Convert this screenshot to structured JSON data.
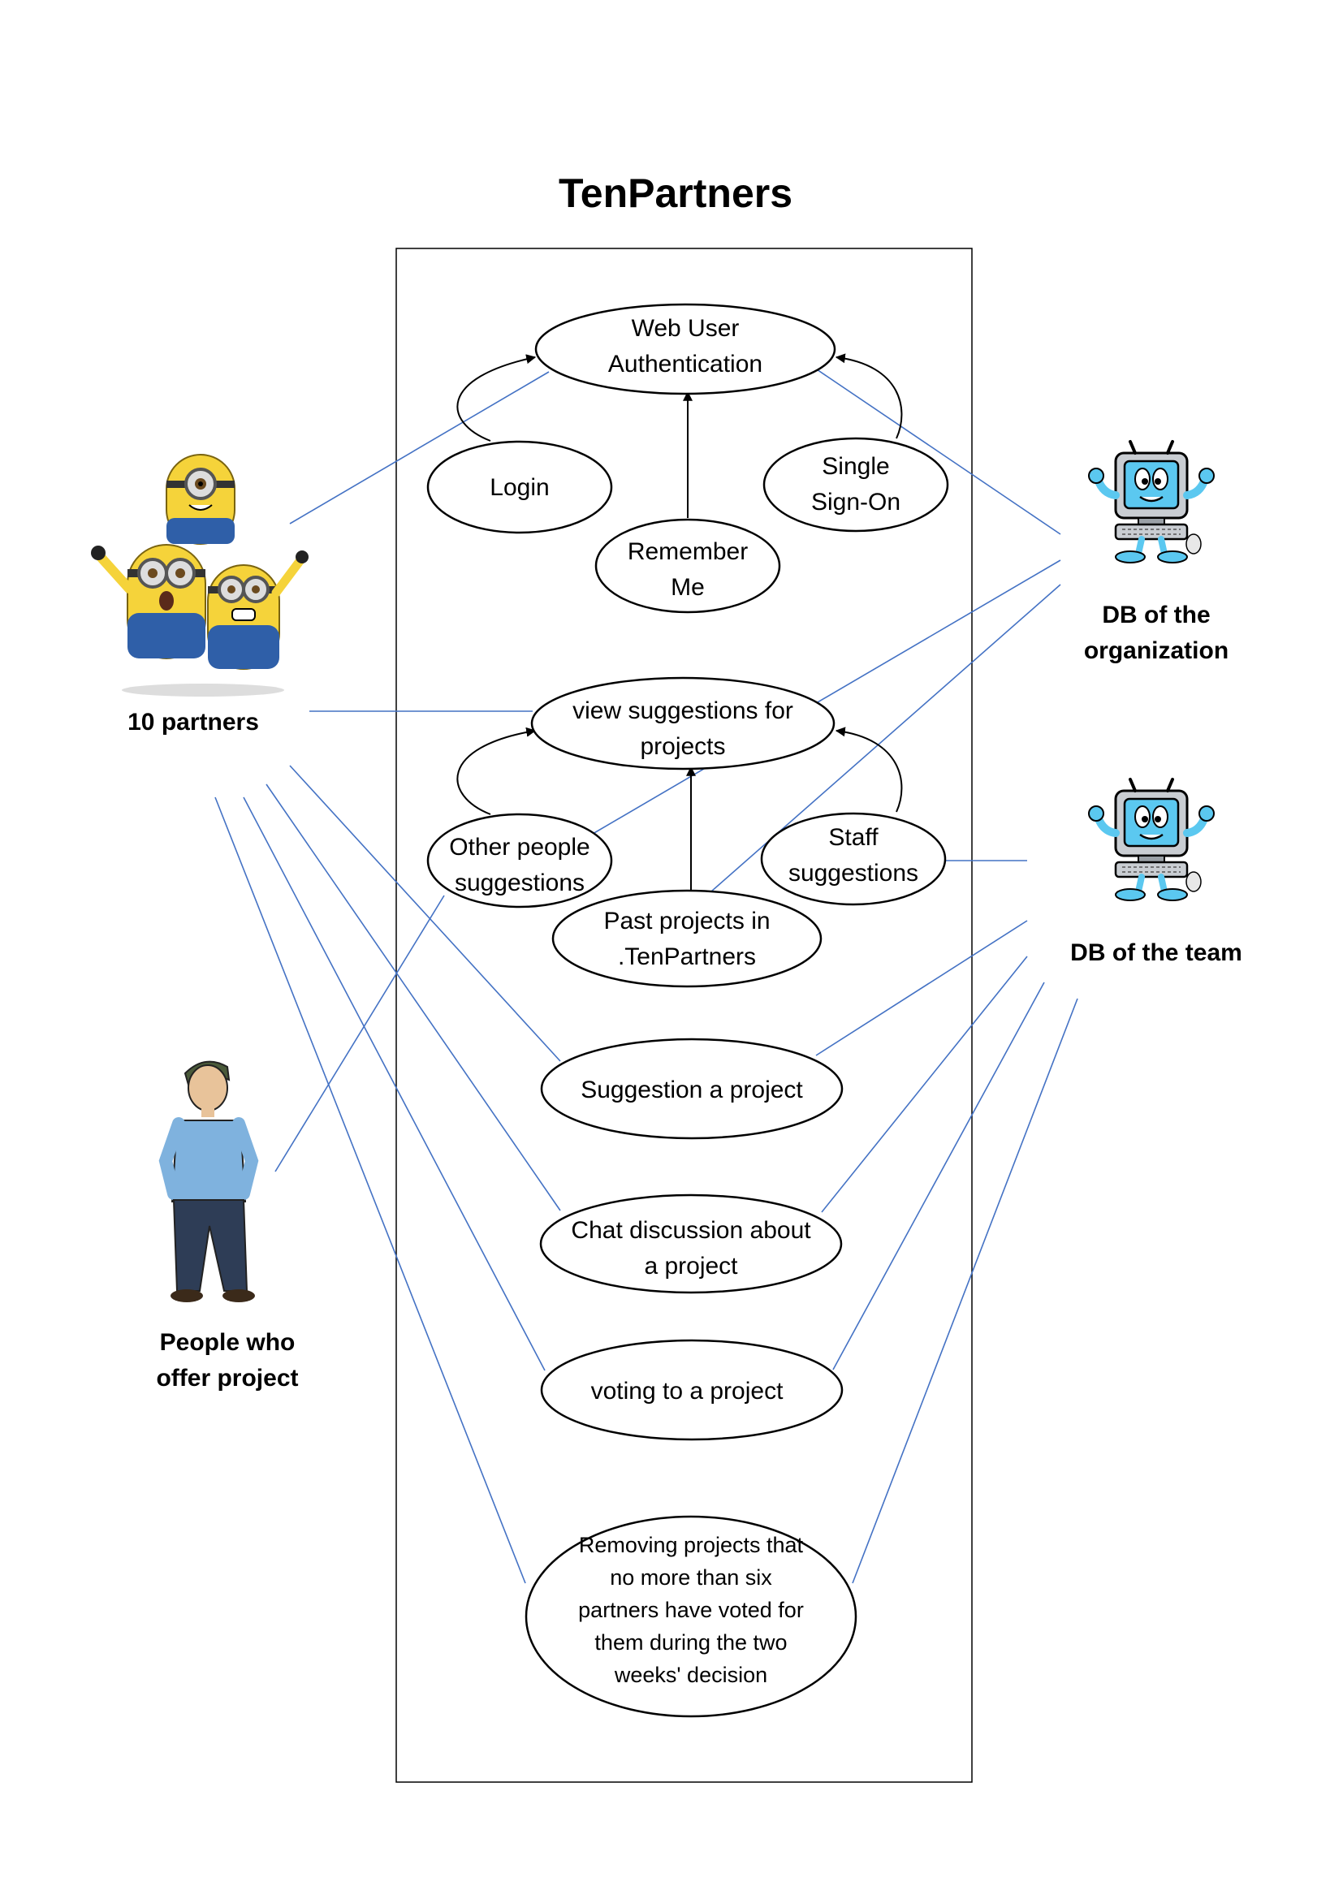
{
  "title": "TenPartners",
  "actors": {
    "partners": "10 partners",
    "offer_line1": "People who",
    "offer_line2": "offer project",
    "org_line1": "DB of the",
    "org_line2": "organization",
    "team": "DB of the team"
  },
  "use_cases": {
    "auth": [
      "Web User",
      "Authentication"
    ],
    "login": [
      "Login"
    ],
    "remember": [
      "Remember",
      "Me"
    ],
    "sso": [
      "Single",
      "Sign-On"
    ],
    "view": [
      "view suggestions for",
      "projects"
    ],
    "other": [
      "Other people",
      "suggestions"
    ],
    "past": [
      "Past projects in",
      ".TenPartners"
    ],
    "staff": [
      "Staff",
      "suggestions"
    ],
    "suggest": [
      "Suggestion a project"
    ],
    "chat": [
      "Chat discussion about",
      "a project"
    ],
    "vote": [
      "voting to a project"
    ],
    "remove": [
      "Removing projects that",
      "no more than six",
      "partners have voted for",
      "them during the two",
      "weeks' decision"
    ]
  },
  "colors": {
    "association_line": "#4472c4",
    "minion_yellow": "#f5d33a",
    "minion_blue": "#2f5fa8",
    "computer_blue": "#5bc8f0",
    "computer_grey": "#c9cdd2"
  },
  "icons": {
    "partners_actor": "minions-group-icon",
    "offer_actor": "person-figure-icon",
    "db_actor": "computer-mascot-icon"
  }
}
